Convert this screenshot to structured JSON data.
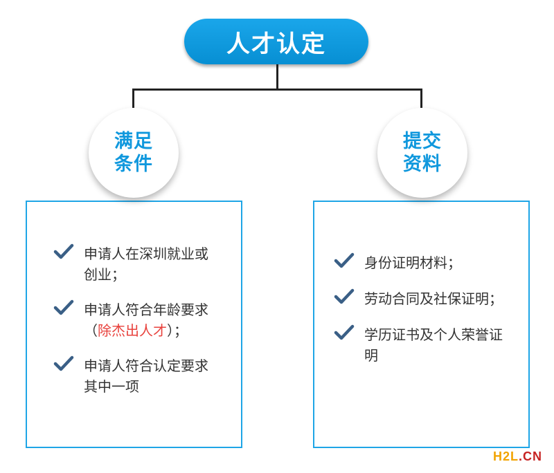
{
  "title": "人才认定",
  "left_circle": {
    "line1": "满足",
    "line2": "条件"
  },
  "right_circle": {
    "line1": "提交",
    "line2": "资料"
  },
  "left_items": [
    {
      "line1": "申请人在深圳就业或",
      "line2": "创业；"
    },
    {
      "line1": "申请人符合年龄要求",
      "line2_open": "（",
      "line2_highlight": "除杰出人才",
      "line2_close": "）；"
    },
    {
      "line1": "申请人符合认定要求",
      "line2": "其中一项"
    }
  ],
  "right_items": [
    {
      "line1": "身份证明材料；"
    },
    {
      "line1": "劳动合同及社保证明；"
    },
    {
      "line1": "学历证书及个人荣誉证",
      "line2": "明"
    }
  ],
  "watermark": {
    "part1": "H2L",
    "part2": ".CN"
  },
  "colors": {
    "accent_blue": "#1098dd",
    "check_blue": "#3a5f86",
    "highlight_red": "#e8413c"
  },
  "icons": {
    "check": "check-icon"
  }
}
